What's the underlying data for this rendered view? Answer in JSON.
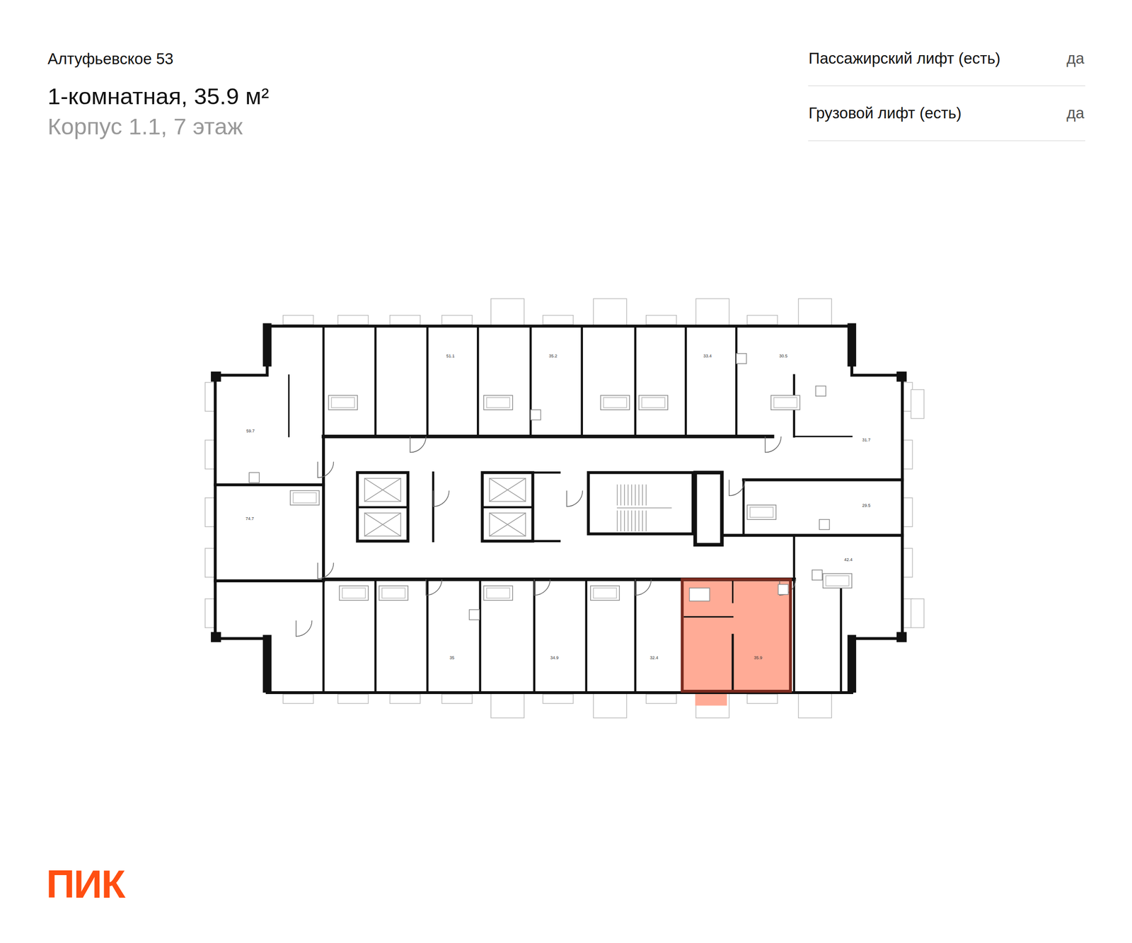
{
  "diagram": {
    "title": "1-комнатная, 35.9 м²",
    "labels": [
      "Алтуфьевское 53",
      "Корпус 1.1, 7 этаж",
      "Пассажирский лифт (есть)",
      "да",
      "Грузовой лифт (есть)",
      "да",
      "51.1",
      "35.2",
      "33.4",
      "30.5",
      "59.7",
      "31.7",
      "74.7",
      "29.5",
      "42.4",
      "35",
      "34.9",
      "32.4",
      "35.9",
      "ПИК"
    ]
  }
}
